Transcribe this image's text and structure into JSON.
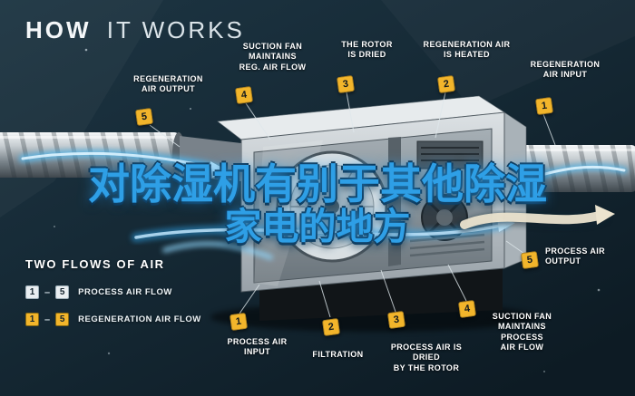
{
  "title": {
    "word1": "HOW",
    "word2": "IT WORKS"
  },
  "headline": {
    "line1": "对除湿机有别于其他除湿",
    "line2": "家电的地方"
  },
  "callouts": [
    {
      "num": "5",
      "label": "REGENERATION\nAIR OUTPUT"
    },
    {
      "num": "4",
      "label": "SUCTION FAN\nMAINTAINS\nREG. AIR FLOW"
    },
    {
      "num": "3",
      "label": "THE ROTOR\nIS DRIED"
    },
    {
      "num": "2",
      "label": "REGENERATION AIR\nIS HEATED"
    },
    {
      "num": "1",
      "label": "REGENERATION\nAIR INPUT"
    },
    {
      "num": "5",
      "label": "PROCESS AIR\nOUTPUT"
    },
    {
      "num": "1",
      "label": "PROCESS AIR\nINPUT"
    },
    {
      "num": "2",
      "label": "FILTRATION"
    },
    {
      "num": "3",
      "label": "PROCESS AIR IS DRIED\nBY THE ROTOR"
    },
    {
      "num": "4",
      "label": "SUCTION FAN\nMAINTAINS PROCESS\nAIR FLOW"
    }
  ],
  "legend": {
    "heading": "TWO FLOWS OF AIR",
    "separator": "–",
    "rows": [
      {
        "from": "1",
        "to": "5",
        "label": "PROCESS AIR FLOW"
      },
      {
        "from": "1",
        "to": "5",
        "label": "REGENERATION AIR FLOW"
      }
    ]
  },
  "colors": {
    "badge_yellow": "#f2b52b",
    "flow_blue": "#53b9ef",
    "background_dark": "#15242e",
    "headline_blue": "#2e9fe6"
  }
}
